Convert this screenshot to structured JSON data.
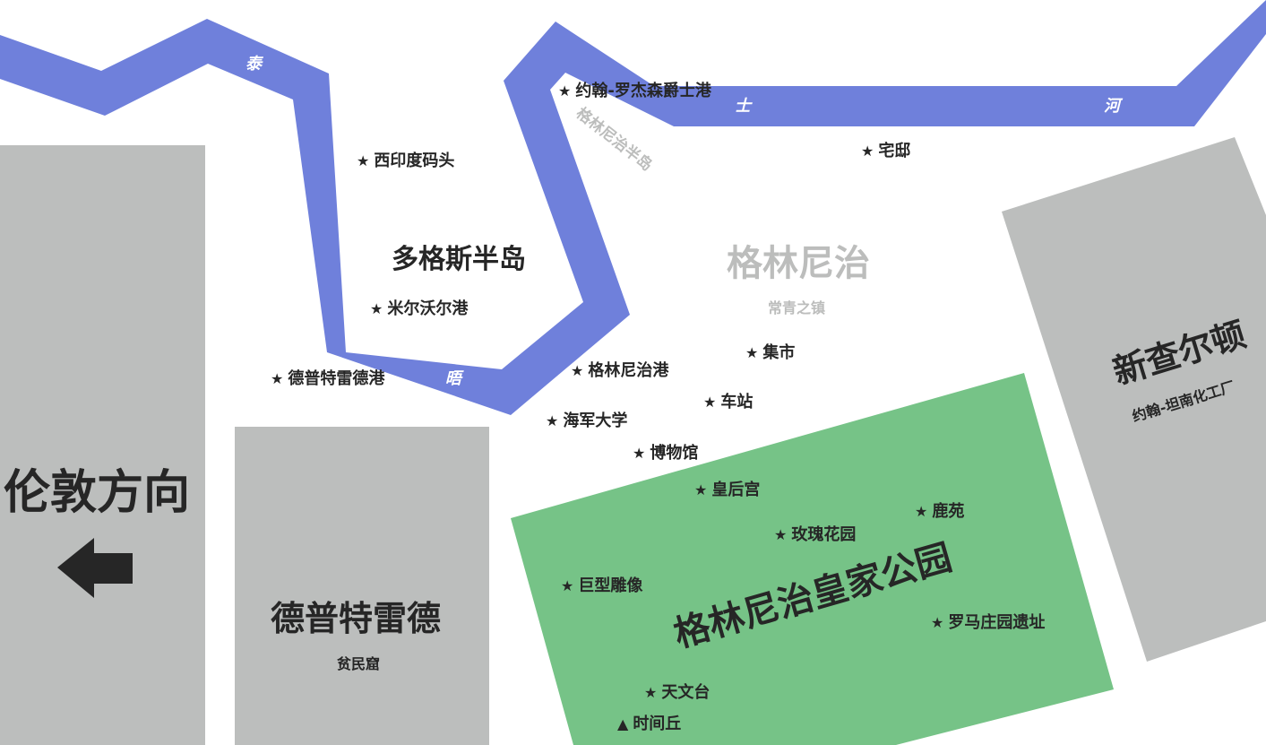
{
  "colors": {
    "river": "#6f80db",
    "block_gray": "#bcbebd",
    "park_green": "#76c387",
    "text_dark": "#262626",
    "text_faded": "#bcbdbc",
    "background": "#ffffff"
  },
  "river": {
    "name_chars": [
      "泰",
      "晤",
      "士",
      "河"
    ]
  },
  "regions": {
    "london_direction": {
      "label": "伦敦方向",
      "icon": "arrow-left-icon"
    },
    "deptford": {
      "label": "德普特雷德",
      "sub": "贫民窟"
    },
    "new_charlton": {
      "label": "新查尔顿",
      "sub": "约翰-坦南化工厂"
    },
    "greenwich_park": {
      "label": "格林尼治皇家公园"
    },
    "isle_of_dogs": {
      "label": "多格斯半岛"
    },
    "greenwich": {
      "label": "格林尼治",
      "sub": "常青之镇"
    },
    "greenwich_peninsula": {
      "label": "格林尼治半岛"
    }
  },
  "poi_marker": "★",
  "hill_marker": "▲",
  "pois": [
    {
      "id": "john-rogerson-quay",
      "label": "约翰-罗杰森爵士港"
    },
    {
      "id": "west-india-docks",
      "label": "西印度码头"
    },
    {
      "id": "mansion",
      "label": "宅邸"
    },
    {
      "id": "millwall-dock",
      "label": "米尔沃尔港"
    },
    {
      "id": "deptford-dock",
      "label": "德普特雷德港"
    },
    {
      "id": "greenwich-pier",
      "label": "格林尼治港"
    },
    {
      "id": "market",
      "label": "集市"
    },
    {
      "id": "station",
      "label": "车站"
    },
    {
      "id": "naval-college",
      "label": "海军大学"
    },
    {
      "id": "museum",
      "label": "博物馆"
    },
    {
      "id": "queens-house",
      "label": "皇后宫"
    },
    {
      "id": "deer-park",
      "label": "鹿苑"
    },
    {
      "id": "rose-garden",
      "label": "玫瑰花园"
    },
    {
      "id": "giant-statue",
      "label": "巨型雕像"
    },
    {
      "id": "roman-villa",
      "label": "罗马庄园遗址"
    },
    {
      "id": "observatory",
      "label": "天文台"
    }
  ],
  "hills": [
    {
      "id": "time-hill",
      "label": "时间丘"
    }
  ]
}
